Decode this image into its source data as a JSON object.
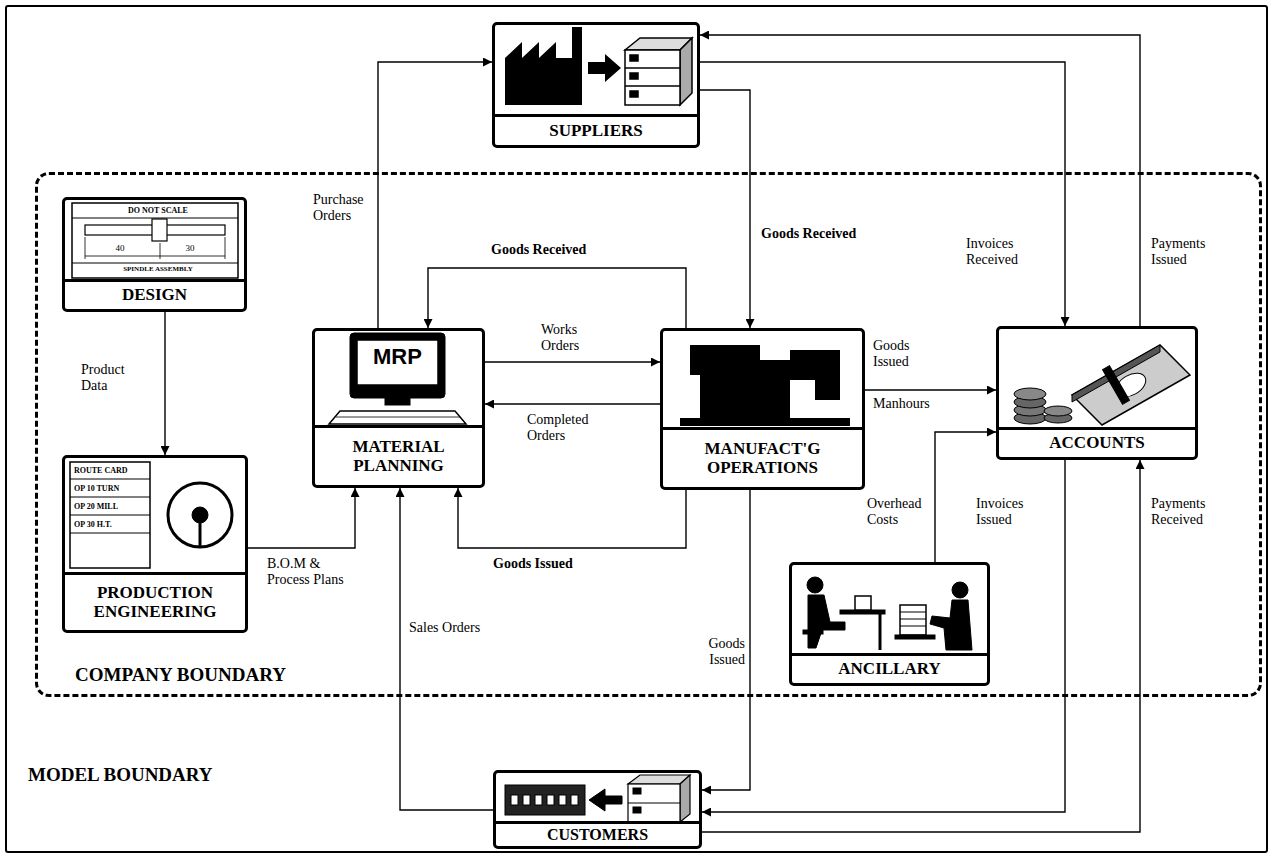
{
  "diagram": {
    "nodes": [
      {
        "text": [
          "MODEL BOUNDARY"
        ]
      },
      {
        "text": [
          "SUPPLIERS"
        ],
        "in": 0
      },
      {
        "text": [
          "COMPANY BOUNDARY"
        ],
        "in": 0
      },
      {
        "text": [
          "DO NOT SCALE",
          "40",
          "30",
          "SPINDLE ASSEMBLY",
          "DESIGN"
        ],
        "in": 2
      },
      {
        "text": [
          "MRP",
          "MATERIAL PLANNING"
        ],
        "in": 2
      },
      {
        "text": [
          "MANUFACT'G OPERATIONS"
        ],
        "in": 2
      },
      {
        "text": [
          "ACCOUNTS"
        ],
        "in": 2
      },
      {
        "text": [
          "ROUTE CARD",
          "OP 10 TURN",
          "OP 20 MILL",
          "OP 30 H.T.",
          "PRODUCTION ENGINEERING"
        ],
        "in": 2
      },
      {
        "text": [
          "ANCILLARY"
        ],
        "in": 2
      },
      {
        "text": [
          "CUSTOMERS"
        ],
        "in": 0
      }
    ],
    "edges": [
      {
        "from": 3,
        "to": 7,
        "label": "Product Data",
        "arrow": "to"
      },
      {
        "from": 7,
        "to": 4,
        "label": "B.O.M & Process Plans",
        "arrow": "to"
      },
      {
        "from": 4,
        "to": 1,
        "label": "Purchase Orders",
        "arrow": "to"
      },
      {
        "from": 1,
        "to": 5,
        "label": "Goods Received",
        "arrow": "to"
      },
      {
        "from": 5,
        "to": 4,
        "label": "Goods Received",
        "arrow": "to"
      },
      {
        "from": 4,
        "to": 5,
        "label": "Works Orders",
        "arrow": "to"
      },
      {
        "from": 5,
        "to": 4,
        "label": "Completed Orders",
        "arrow": "to"
      },
      {
        "from": 5,
        "to": 4,
        "label": "Goods Issued",
        "arrow": "to"
      },
      {
        "from": 5,
        "to": 6,
        "label": "Goods Issued",
        "arrow": "to"
      },
      {
        "from": 1,
        "to": 6,
        "label": "Invoices Received",
        "arrow": "to"
      },
      {
        "from": 6,
        "to": 1,
        "label": "Payments Issued",
        "arrow": "to"
      },
      {
        "from": 8,
        "to": 6,
        "label": "Overhead Costs",
        "arrow": "to"
      },
      {
        "from": 6,
        "to": 9,
        "label": "Invoices Issued",
        "arrow": "to"
      },
      {
        "from": 9,
        "to": 6,
        "label": "Payments Received",
        "arrow": "to"
      },
      {
        "from": 9,
        "to": 4,
        "label": "Sales Orders",
        "arrow": "to"
      },
      {
        "from": 5,
        "to": 9,
        "label": "Goods Issued",
        "arrow": "to"
      }
    ],
    "labels": [
      "Manhours"
    ]
  }
}
